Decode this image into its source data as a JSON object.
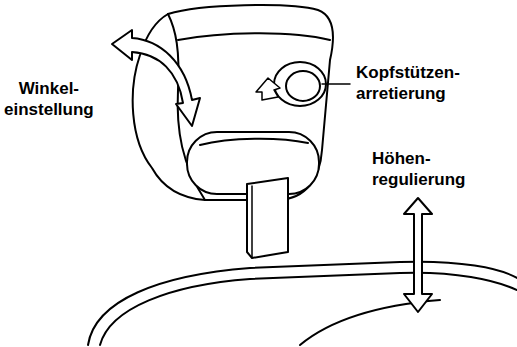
{
  "diagram": {
    "labels": [
      "Winkel- einstellung",
      "Kopfstützen- arretierung",
      "Höhen- regulierung"
    ]
  }
}
